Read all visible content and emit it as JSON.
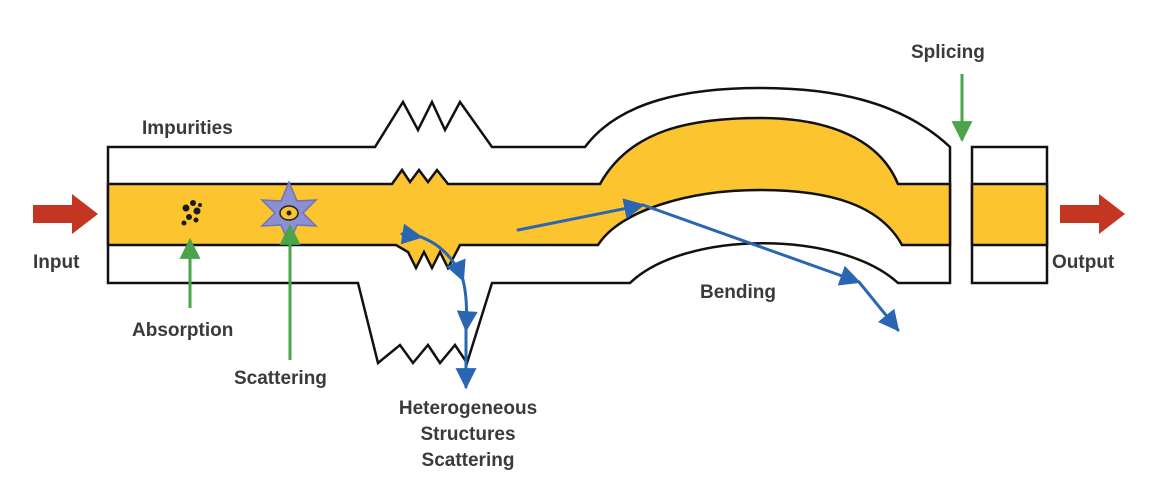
{
  "labels": {
    "input": "Input",
    "output": "Output",
    "impurities": "Impurities",
    "absorption": "Absorption",
    "scattering": "Scattering",
    "hetero_line1": "Heterogeneous",
    "hetero_line2": "Structures",
    "hetero_line3": "Scattering",
    "bending": "Bending",
    "splicing": "Splicing"
  },
  "colors": {
    "core": "#fcc42e",
    "cladding": "#ffffff",
    "outline": "#111111",
    "io_arrow": "#c43522",
    "pointer_arrow": "#4ba34a",
    "ray": "#2b66b3",
    "text": "#3a3a3a",
    "scatter_star": "#8c8fd0"
  },
  "icons": {
    "input_arrow": "right-arrow-icon",
    "output_arrow": "right-arrow-icon",
    "absorption": "impurity-particle-icon",
    "scattering": "star-burst-icon"
  }
}
